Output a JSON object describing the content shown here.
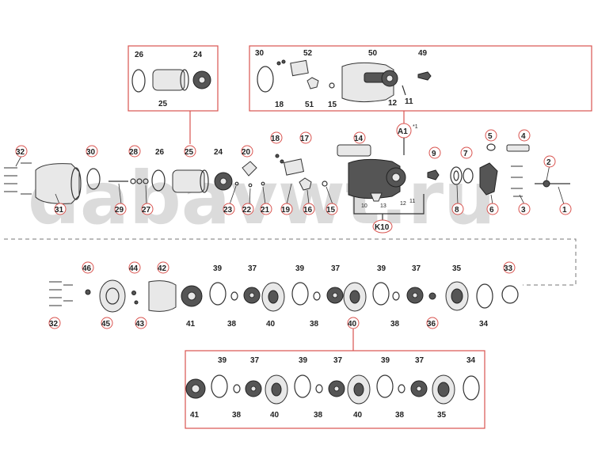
{
  "watermark": "dabavwt.ru",
  "colors": {
    "highlight": "#d9534f",
    "line": "#333333",
    "watermark": "#bfbfbf"
  },
  "callouts": {
    "a1": "A1",
    "a1_sup": "*1",
    "k10": "K10",
    "n1": "1",
    "n2": "2",
    "n3": "3",
    "n4": "4",
    "n5": "5",
    "n6": "6",
    "n7": "7",
    "n8": "8",
    "n9": "9",
    "n10": "10",
    "n11": "11",
    "n12": "12",
    "n13": "13",
    "n14": "14",
    "n15": "15",
    "n16": "16",
    "n17": "17",
    "n18": "18",
    "n19": "19",
    "n20": "20",
    "n21": "21",
    "n22": "22",
    "n23": "23",
    "n24": "24",
    "n25": "25",
    "n26": "26",
    "n27": "27",
    "n28": "28",
    "n29": "29",
    "n30": "30",
    "n31": "31",
    "n32": "32",
    "n33": "33",
    "n34": "34",
    "n35": "35",
    "n36": "36",
    "n37": "37",
    "n38": "38",
    "n39": "39",
    "n40": "40",
    "n41": "41",
    "n42": "42",
    "n43": "43",
    "n44": "44",
    "n45": "45",
    "n46": "46",
    "n49": "49",
    "n50": "50",
    "n51": "51",
    "n52": "52"
  }
}
